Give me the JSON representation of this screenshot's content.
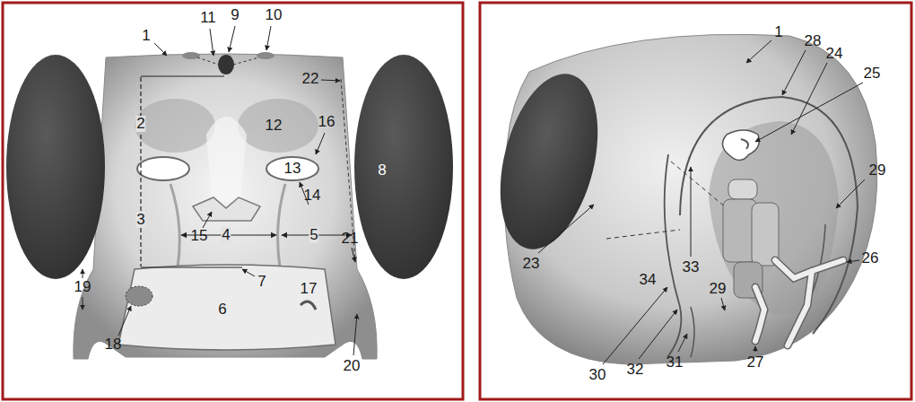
{
  "diagram": {
    "labels": [
      "1",
      "11",
      "9",
      "10",
      "22",
      "2",
      "12",
      "16",
      "13",
      "8",
      "3",
      "14",
      "15",
      "4",
      "5",
      "21",
      "19",
      "7",
      "6",
      "17",
      "18",
      "20",
      "1",
      "28",
      "24",
      "25",
      "29",
      "26",
      "23",
      "34",
      "30",
      "32",
      "31",
      "33",
      "29",
      "27"
    ]
  }
}
